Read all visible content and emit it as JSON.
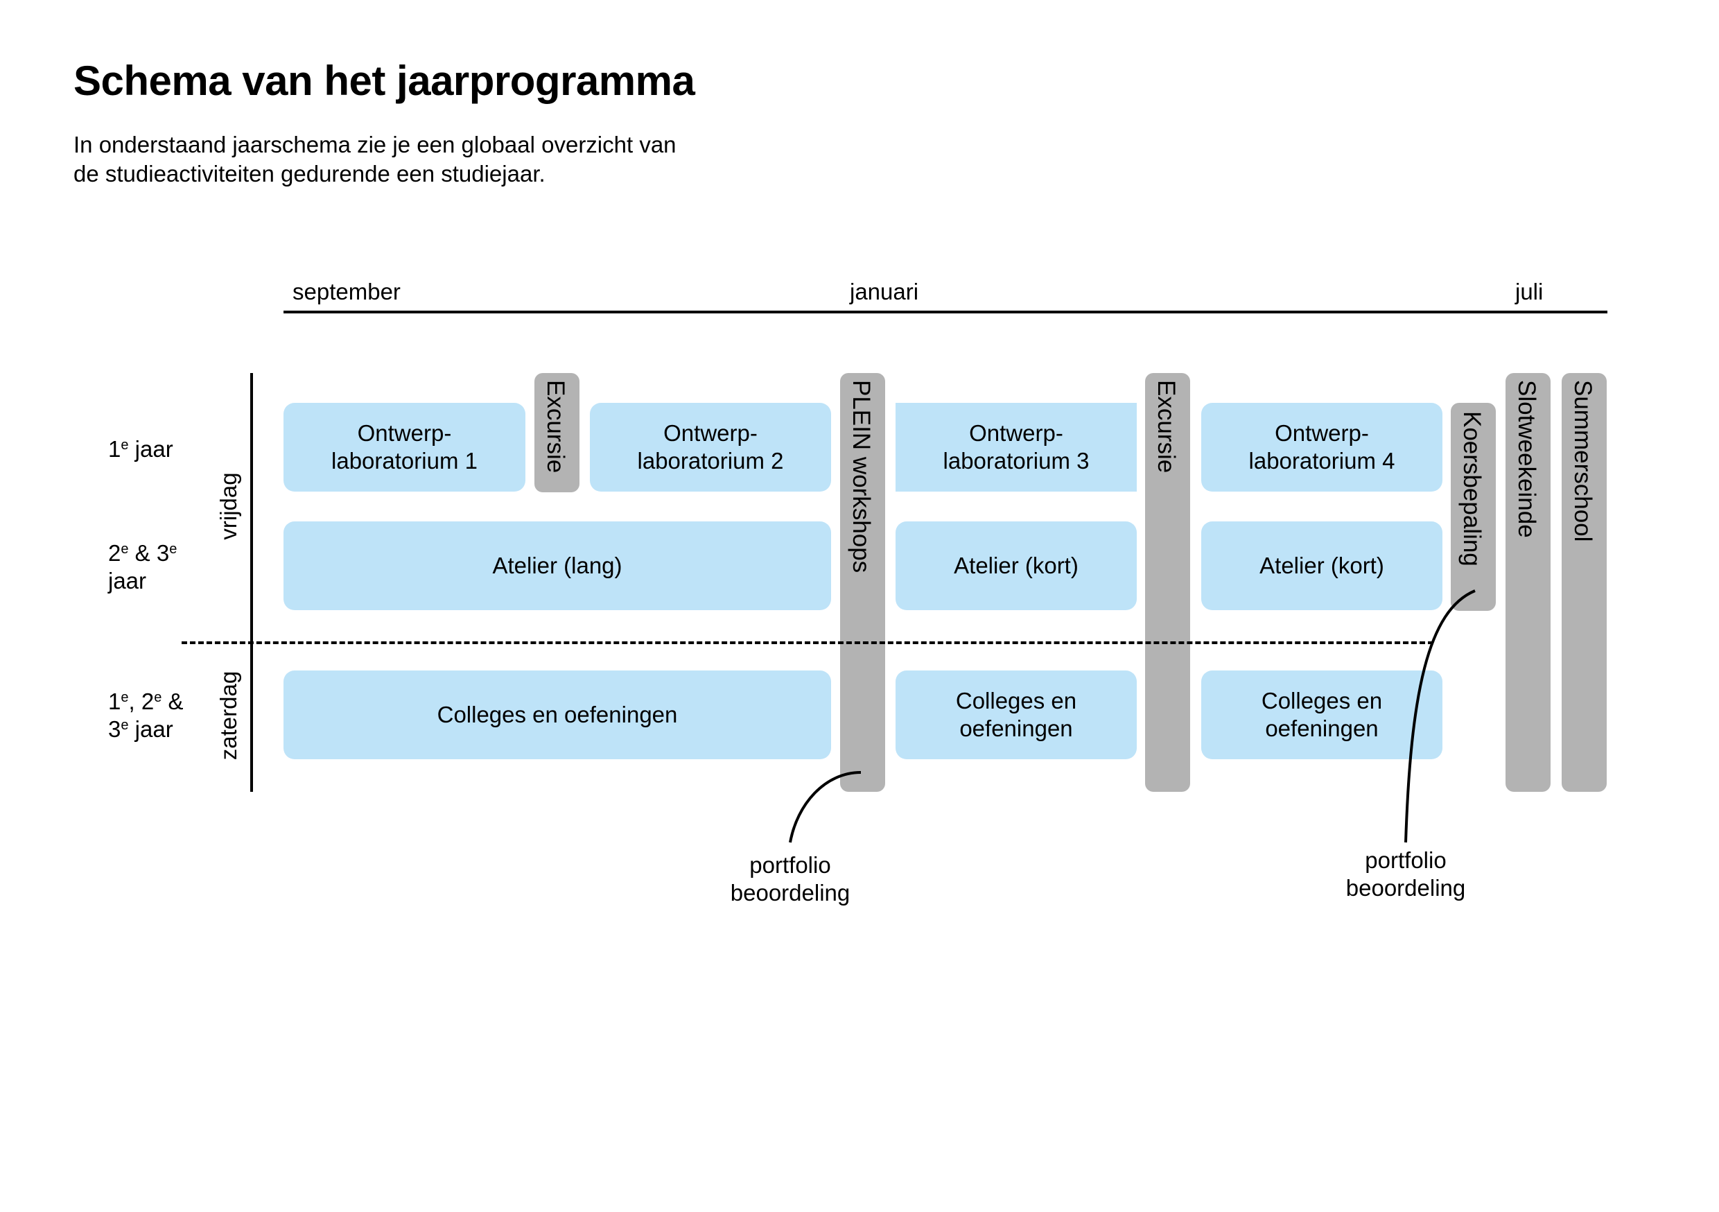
{
  "title": "Schema van het jaarprogramma",
  "intro": {
    "line1": "In onderstaand jaarschema zie je een globaal overzicht van",
    "line2": "de studieactiviteiten gedurende een studiejaar."
  },
  "months": [
    "september",
    "januari",
    "juli"
  ],
  "rows": {
    "year1": {
      "num": "1",
      "sup": "e",
      "text": "jaar"
    },
    "year23": {
      "num1": "2",
      "sup1": "e",
      "mid": "& 3",
      "sup2": "e",
      "line2": "jaar"
    },
    "yearall": {
      "n1": "1",
      "s1": "e",
      "n2": ", 2",
      "s2": "e",
      "amp": "&",
      "n3": "3",
      "s3": "e",
      "text": "jaar"
    }
  },
  "days": {
    "friday": "vrijdag",
    "saturday": "zaterdag"
  },
  "blocks": {
    "ol1": {
      "line1": "Ontwerp-",
      "line2": "laboratorium 1"
    },
    "ol2": {
      "line1": "Ontwerp-",
      "line2": "laboratorium 2"
    },
    "ol3": {
      "line1": "Ontwerp-",
      "line2": "laboratorium 3"
    },
    "ol4": {
      "line1": "Ontwerp-",
      "line2": "laboratorium 4"
    },
    "atelier_lang": "Atelier (lang)",
    "atelier_kort_1": "Atelier (kort)",
    "atelier_kort_2": "Atelier (kort)",
    "colleges_1": "Colleges en oefeningen",
    "colleges_2": {
      "line1": "Colleges en",
      "line2": "oefeningen"
    },
    "colleges_3": {
      "line1": "Colleges en",
      "line2": "oefeningen"
    }
  },
  "bars": {
    "excursie_1": "Excursie",
    "plein": "PLEIN workshops",
    "excursie_2": "Excursie",
    "koersbepaling": "Koersbepaling",
    "slotweekeinde": "Slotweekeinde",
    "summerschool": "Summerschool"
  },
  "annotations": {
    "portfolio_1": {
      "line1": "portfolio",
      "line2": "beoordeling"
    },
    "portfolio_2": {
      "line1": "portfolio",
      "line2": "beoordeling"
    }
  },
  "colors": {
    "activity": "#bee3f8",
    "event": "#b3b3b3",
    "line": "#000000"
  }
}
